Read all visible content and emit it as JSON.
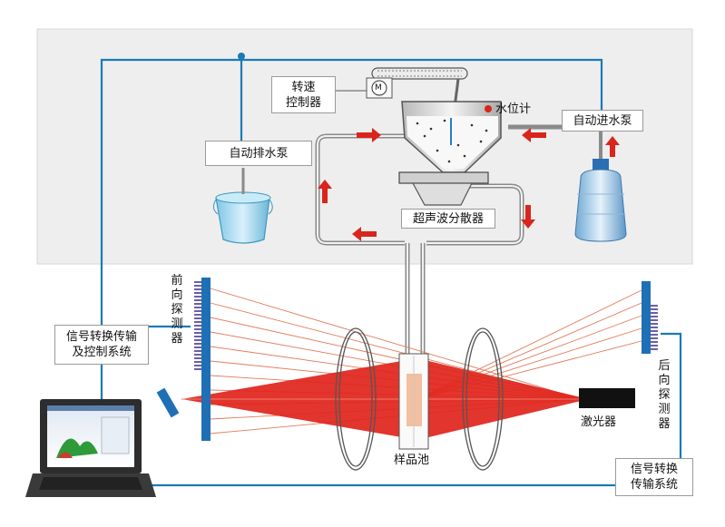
{
  "labels": {
    "speed_controller": "转速\n控制器",
    "motor_symbol": "M",
    "water_gauge": "水位计",
    "auto_inlet_pump": "自动进水泵",
    "auto_drain_pump": "自动排水泵",
    "ultrasonic_disperser": "超声波分散器",
    "signal_transfer_control": "信号转换传输\n及控制系统",
    "front_detector": "前向探测器",
    "rear_detector": "后向探测器",
    "laser": "激光器",
    "sample_cell": "样品池",
    "signal_transfer": "信号转换\n传输系统"
  },
  "colors": {
    "signal_line": "#1a7ab8",
    "detector": "#1f6fb5",
    "flow_arrow": "#d9251c",
    "laser_beam": "#e0241b",
    "panel_bg": "#eeeeee"
  }
}
